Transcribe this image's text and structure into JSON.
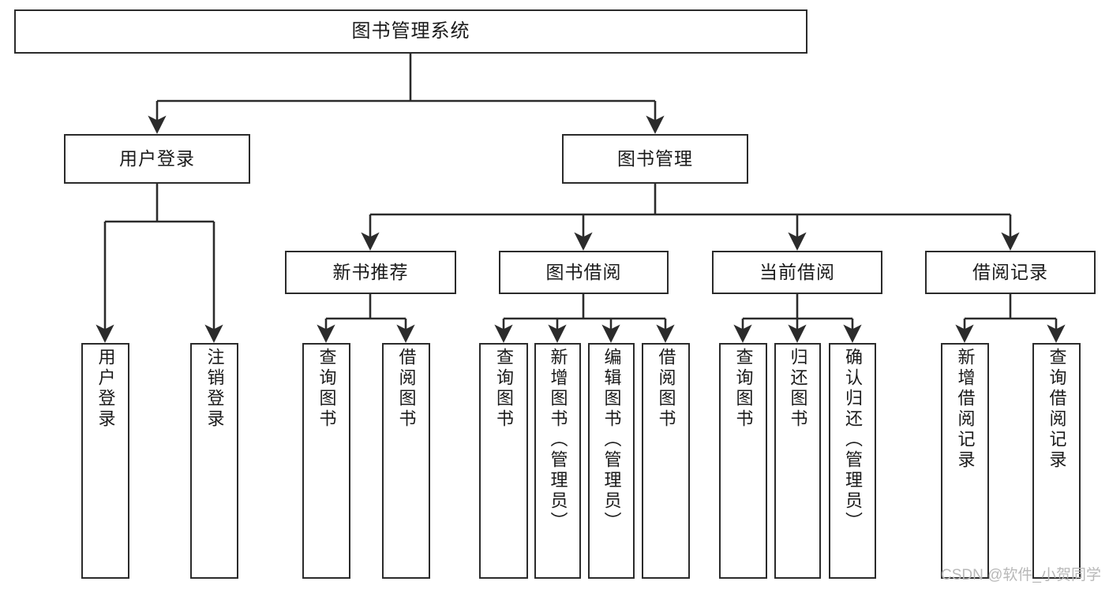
{
  "diagram": {
    "title": "图书管理系统",
    "type": "tree-hierarchy-chart",
    "stroke_color": "#2b2b2b",
    "fill_color": "#ffffff",
    "text_color": "#1a1a1a"
  },
  "watermark": {
    "text": "CSDN @软件_小贺同学",
    "color": "#b8b8b8"
  },
  "nodes": {
    "root": {
      "label": "图书管理系统"
    },
    "level2": [
      {
        "label": "用户登录"
      },
      {
        "label": "图书管理"
      }
    ],
    "level3": [
      {
        "label": "新书推荐"
      },
      {
        "label": "图书借阅"
      },
      {
        "label": "当前借阅"
      },
      {
        "label": "借阅记录"
      }
    ],
    "leaves_user_login": [
      {
        "label": "用户登录"
      },
      {
        "label": "注销登录"
      }
    ],
    "leaves_new_book": [
      {
        "label": "查询图书"
      },
      {
        "label": "借阅图书"
      }
    ],
    "leaves_borrow": [
      {
        "label": "查询图书"
      },
      {
        "label": "新增图书（管理员）"
      },
      {
        "label": "编辑图书（管理员）"
      },
      {
        "label": "借阅图书"
      }
    ],
    "leaves_current": [
      {
        "label": "查询图书"
      },
      {
        "label": "归还图书"
      },
      {
        "label": "确认归还（管理员）"
      }
    ],
    "leaves_records": [
      {
        "label": "新增借阅记录"
      },
      {
        "label": "查询借阅记录"
      }
    ]
  }
}
